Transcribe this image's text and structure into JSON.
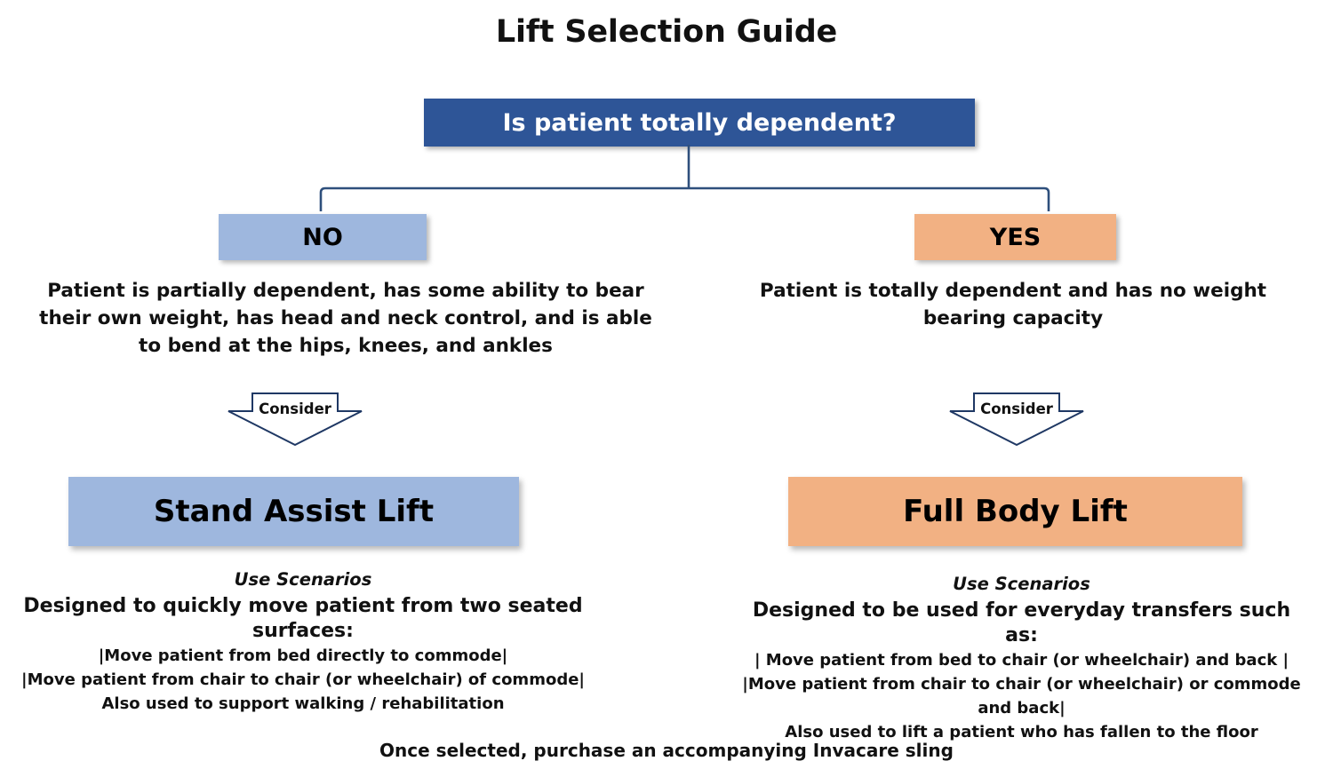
{
  "page": {
    "title": "Lift Selection Guide",
    "footer_note": "Once selected, purchase an accompanying Invacare sling"
  },
  "colors": {
    "decision_fill": "#2E5597",
    "decision_text": "#FFFFFF",
    "branch_no_fill": "#9EB7DE",
    "branch_yes_fill": "#F2B183",
    "connector_stroke": "#2E4F7C",
    "arrow_stroke": "#1F3864",
    "text": "#111111",
    "background": "#FFFFFF"
  },
  "decision": {
    "question": "Is patient totally dependent?"
  },
  "branches": [
    {
      "id": "no",
      "answer_label": "NO",
      "description": "Patient is partially dependent, has some ability to bear their own weight, has head and neck control, and is able to bend at the hips, knees, and ankles",
      "connector_label": "Consider",
      "result_label": "Stand Assist Lift",
      "scenarios": {
        "heading": "Use Scenarios",
        "lead": "Designed to quickly move patient from two seated surfaces:",
        "items": [
          "|Move patient from bed directly to commode|",
          "|Move patient from chair to chair (or wheelchair) of commode|",
          "Also used to support walking / rehabilitation"
        ]
      }
    },
    {
      "id": "yes",
      "answer_label": "YES",
      "description": "Patient is totally dependent and has no weight bearing capacity",
      "connector_label": "Consider",
      "result_label": "Full Body Lift",
      "scenarios": {
        "heading": "Use Scenarios",
        "lead": "Designed to be used for everyday transfers such as:",
        "items": [
          "| Move patient from bed to chair (or wheelchair) and back |",
          "|Move patient from chair to chair (or wheelchair) or commode and back|",
          "Also used to lift a patient who has fallen to the floor"
        ]
      }
    }
  ]
}
